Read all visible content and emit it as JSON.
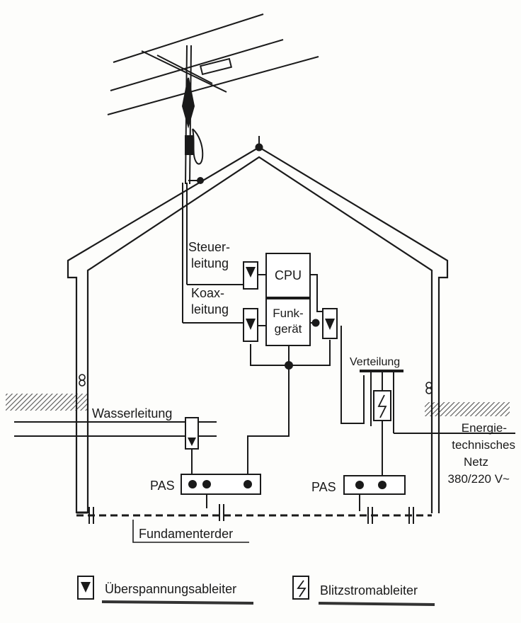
{
  "labels": {
    "steuerleitung_1": "Steuer-",
    "steuerleitung_2": "leitung",
    "koaxleitung_1": "Koax-",
    "koaxleitung_2": "leitung",
    "cpu": "CPU",
    "funkgeraet_1": "Funk-",
    "funkgeraet_2": "gerät",
    "verteilung": "Verteilung",
    "wasserleitung": "Wasserleitung",
    "netz_1": "Energie-",
    "netz_2": "technisches",
    "netz_3": "Netz",
    "netz_4": "380/220 V~",
    "pas_left": "PAS",
    "pas_right": "PAS",
    "fundamenterder": "Fundamenterder"
  },
  "legend": {
    "surge_arrester": "Überspannungsableiter",
    "lightning_arrester": "Blitzstromableiter"
  },
  "colors": {
    "ink": "#1a1a1a",
    "paper": "#fdfdfb",
    "hatch": "#555555"
  }
}
